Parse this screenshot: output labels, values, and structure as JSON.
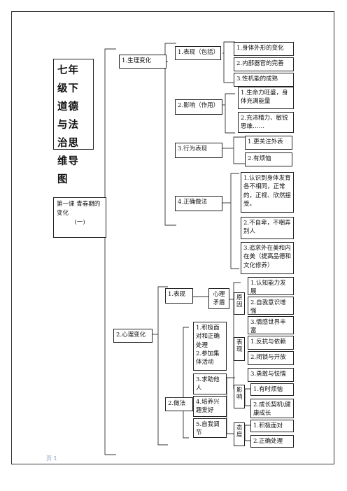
{
  "title": "七年级下道德与法治思维导图",
  "lesson": {
    "line1": "第一课 青春期的变化",
    "line2": "(一)"
  },
  "branch1": {
    "label": "1.生理变化",
    "items": [
      {
        "label": "1.表现（包括）",
        "subs": [
          "1.身体外形的变化",
          "2.内部器官的完善",
          "3.性机能的成熟"
        ]
      },
      {
        "label": "2.影响（作用）",
        "subs": [
          "1.生命力旺盛，身体充满能量",
          "2.充沛精力、敏锐思维……"
        ]
      },
      {
        "label": "3.行为表现",
        "subs": [
          "1.更关注外表",
          "2.有烦恼"
        ]
      },
      {
        "label": "4.正确做法",
        "subs": [
          "1.认识到身体发育各不相同，正常的，正视、欣然接受。",
          "2.不自卑，不嘲弄别人",
          "3.追求外在美和内在美（提高品德和文化修养）"
        ]
      }
    ]
  },
  "branch2": {
    "label": "2.心理变化",
    "biaoxian": {
      "label": "1.表现",
      "maodun": "心理矛盾",
      "yuanyin": {
        "label": "原因",
        "items": [
          "1.认知能力发展",
          "2.自我意识增强",
          "3.情感世界丰富"
        ]
      },
      "biaoxian2": {
        "label": "表现",
        "items": [
          "1.反抗与依赖",
          "2.闭锁与开放",
          "3.勇敢与怯懦"
        ]
      }
    },
    "zuofa": {
      "label": "2.做法",
      "items": [
        "1.积极面对和正确处理",
        "2.参加集体活动",
        "3.求助他人",
        "4.培养兴趣爱好",
        "5.自我调节"
      ],
      "yingxiang": {
        "label": "影响",
        "items": [
          "1.有时烦恼",
          "2.成长契机\\健康成长"
        ]
      },
      "taidu": {
        "label": "态度",
        "items": [
          "1.积极面对",
          "2.正确处理"
        ]
      }
    }
  },
  "footer": "页 1"
}
